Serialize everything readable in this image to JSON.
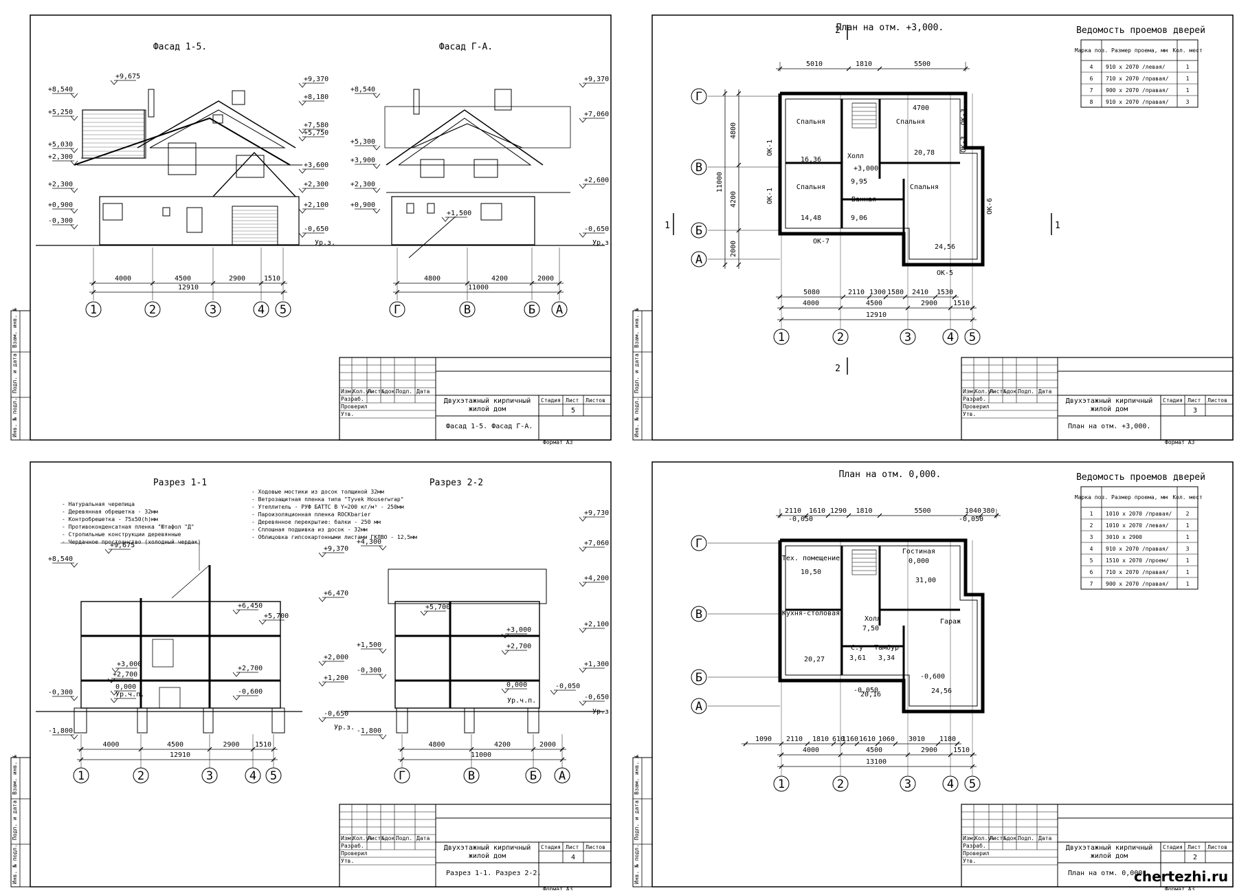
{
  "sheets": [
    {
      "name": "sheet-facades",
      "view_titles": [
        "Фасад 1-5.",
        "Фасад Г-А."
      ],
      "title_block": {
        "project": [
          "Двухэтажный кирпичный",
          "жилой дом"
        ],
        "sheet_title": "Фасад 1-5. Фасад Г-А.",
        "sheet_number": "5"
      },
      "format": "Формат А3",
      "left_levels": [
        "+8,540",
        "+5,250",
        "+5,030",
        "+2,300",
        "+2,300",
        "+0,900",
        "-0,300"
      ],
      "ridge_level": "+9,675",
      "right_levels": [
        "+9,370",
        "+8,180",
        "+7,580",
        "+5,750",
        "+3,600",
        "+2,300",
        "+2,100",
        "-0,650",
        "Ур.з."
      ],
      "mid_levels": [
        "+8,540",
        "+5,300",
        "+3,900",
        "+2,300",
        "+0,900",
        "+1,500"
      ],
      "far_levels": [
        "+9,370",
        "+7,060",
        "+2,600",
        "-0,650",
        "Ур.з."
      ],
      "dims_a": [
        "4000",
        "4500",
        "2900",
        "1510"
      ],
      "total_a": "12910",
      "axes_a": [
        "1",
        "2",
        "3",
        "4",
        "5"
      ],
      "dims_b": [
        "4800",
        "4200",
        "2000"
      ],
      "total_b": "11000",
      "axes_b": [
        "Г",
        "В",
        "Б",
        "А"
      ]
    },
    {
      "name": "sheet-plan-3000",
      "view_titles": [
        "План на отм. +3,000."
      ],
      "table_title": "Ведомость проемов дверей",
      "table_headers": [
        "Марка поз.",
        "Размер проема, мм",
        "Кол. мест"
      ],
      "table_rows": [
        [
          "4",
          "910 x 2070 /левая/",
          "1"
        ],
        [
          "6",
          "710 x 2070 /правая/",
          "1"
        ],
        [
          "7",
          "900 x 2070 /правая/",
          "1"
        ],
        [
          "8",
          "910 x 2070 /правая/",
          "3"
        ]
      ],
      "rooms": [
        "Спальня",
        "Спальня",
        "Спальня",
        "Спальня",
        "Холл",
        "Ванная"
      ],
      "areas": [
        "16,36",
        "20,78",
        "14,48",
        "9,95",
        "9,06",
        "24,56",
        "+3,000"
      ],
      "window_marks": [
        "ОК-1",
        "ОК-1",
        "ОК-3",
        "ОК-3",
        "ОК-6",
        "ОК-7",
        "ОК-5"
      ],
      "top_dims": [
        "5010",
        "1810",
        "5500",
        "4700"
      ],
      "bottom_dims_1": [
        "5080",
        "2110",
        "1300",
        "1580",
        "2410",
        "1530"
      ],
      "bottom_dims_2": [
        "4000",
        "4500",
        "2900",
        "1510"
      ],
      "bottom_total": "12910",
      "left_dims": [
        "4800",
        "4200",
        "2000",
        "11000"
      ],
      "axes_h": [
        "1",
        "2",
        "3",
        "4",
        "5"
      ],
      "axes_v": [
        "Г",
        "В",
        "Б",
        "А"
      ],
      "section_marks": [
        "1",
        "1",
        "2",
        "2"
      ],
      "title_block": {
        "project": [
          "Двухэтажный кирпичный",
          "жилой дом"
        ],
        "sheet_title": "План на отм. +3,000.",
        "sheet_number": "3"
      },
      "format": "Формат А3"
    },
    {
      "name": "sheet-sections",
      "view_titles": [
        "Разрез 1-1",
        "Разрез 2-2"
      ],
      "notes_left": [
        "- Натуральная черепица",
        "- Деревянная обрешетка - 32мм",
        "- Контробрешетка - 75х50(h)мм",
        "- Противоконденсатная пленка \"Ютафол \"Д\"",
        "- Стропильные конструкции деревянные",
        "- Чердачное пространство (холодный чердак)"
      ],
      "notes_right": [
        "- Ходовые мостики из досок толщиной 32мм",
        "- Ветрозащитная пленка типа \"Tyvek Houserwrap\"",
        "- Утеплитель - РУФ БАТТС В Y=200 кг/м³ - 250мм",
        "- Пароизоляционная пленка  ROCKbarier",
        "- Деревянное перекрытие: балки - 250 мм",
        "- Сплошная подшивка из досок - 32мм",
        "- Облицовка гипсокартонными листами ГКЛВО  - 12,5мм"
      ],
      "levels": [
        "+9,675",
        "+8,540",
        "+6,450",
        "+5,700",
        "+3,000",
        "+2,700",
        "0,000",
        "Ур.ч.п.",
        "-0,300",
        "-1,800",
        "-0,600",
        "+2,700"
      ],
      "right_levels": [
        "+9,370",
        "+6,470",
        "+2,000",
        "+1,200",
        "-0,650",
        "Ур.з."
      ],
      "s2_levels": [
        "+4,300",
        "+1,500",
        "-0,300",
        "-1,800",
        "+5,700",
        "+3,000",
        "+2,700",
        "0,000",
        "Ур.ч.п.",
        "-0,050"
      ],
      "s2_right_levels": [
        "+9,730",
        "+7,060",
        "+4,200",
        "+2,100",
        "+1,300",
        "-0,650",
        "Ур.з."
      ],
      "dims_a": [
        "4000",
        "4500",
        "2900",
        "1510"
      ],
      "total_a": "12910",
      "axes_a": [
        "1",
        "2",
        "3",
        "4",
        "5"
      ],
      "dims_b": [
        "4800",
        "4200",
        "2000"
      ],
      "total_b": "11000",
      "axes_b": [
        "Г",
        "В",
        "Б",
        "А"
      ],
      "title_block": {
        "project": [
          "Двухэтажный кирпичный",
          "жилой дом"
        ],
        "sheet_title": "Разрез 1-1. Разрез 2-2.",
        "sheet_number": "4"
      },
      "format": "Формат А3"
    },
    {
      "name": "sheet-plan-0000",
      "view_titles": [
        "План на отм. 0,000."
      ],
      "table_title": "Ведомость проемов дверей",
      "table_headers": [
        "Марка поз.",
        "Размер проема, мм",
        "Кол. мест"
      ],
      "table_rows": [
        [
          "1",
          "1010 x 2070 /правая/",
          "2"
        ],
        [
          "2",
          "1010 x 2070 /левая/",
          "1"
        ],
        [
          "3",
          "3010 x 2900",
          "1"
        ],
        [
          "4",
          "910 x 2070 /правая/",
          "3"
        ],
        [
          "5",
          "1510 x 2070 /проем/",
          "1"
        ],
        [
          "6",
          "710 x 2070 /правая/",
          "1"
        ],
        [
          "7",
          "900 x 2070 /правая/",
          "1"
        ]
      ],
      "rooms": [
        "Тех. помещение",
        "Гостиная",
        "Кухня-столовая",
        "Холл",
        "Гараж",
        "С.у",
        "Тамбур"
      ],
      "areas": [
        "10,50",
        "31,00",
        "20,27",
        "7,50",
        "3,61",
        "3,34",
        "24,56",
        "20,16",
        "0,000",
        "-0,050",
        "-0,050",
        "-0,050",
        "-0,600"
      ],
      "top_dims": [
        "2110",
        "1610",
        "1290",
        "1810",
        "5500",
        "1040",
        "380"
      ],
      "bottom_dims_1": [
        "1090",
        "2110",
        "1810",
        "610",
        "1160",
        "1610",
        "1060",
        "3010",
        "1180"
      ],
      "bottom_dims_2": [
        "4000",
        "4500",
        "2900",
        "1510"
      ],
      "bottom_total": "13100",
      "axes_h": [
        "1",
        "2",
        "3",
        "4",
        "5"
      ],
      "axes_v": [
        "Г",
        "В",
        "Б",
        "А"
      ],
      "title_block": {
        "project": [
          "Двухэтажный кирпичный",
          "жилой дом"
        ],
        "sheet_title": "План на отм. 0,000.",
        "sheet_number": "2"
      },
      "format": "Формат А3"
    }
  ],
  "title_block_headers": [
    "Изм.",
    "Кол.уч",
    "Лист",
    "№док.",
    "Подп.",
    "Дата"
  ],
  "title_block_roles": [
    "Разраб.",
    "Проверил",
    "Утв."
  ],
  "title_block_cols": [
    "Стадия",
    "Лист",
    "Листов"
  ],
  "side_stamp": [
    "Взам. инв. №",
    "Подп. и дата",
    "Инв. № подл."
  ],
  "watermark": "chertezhi.ru"
}
